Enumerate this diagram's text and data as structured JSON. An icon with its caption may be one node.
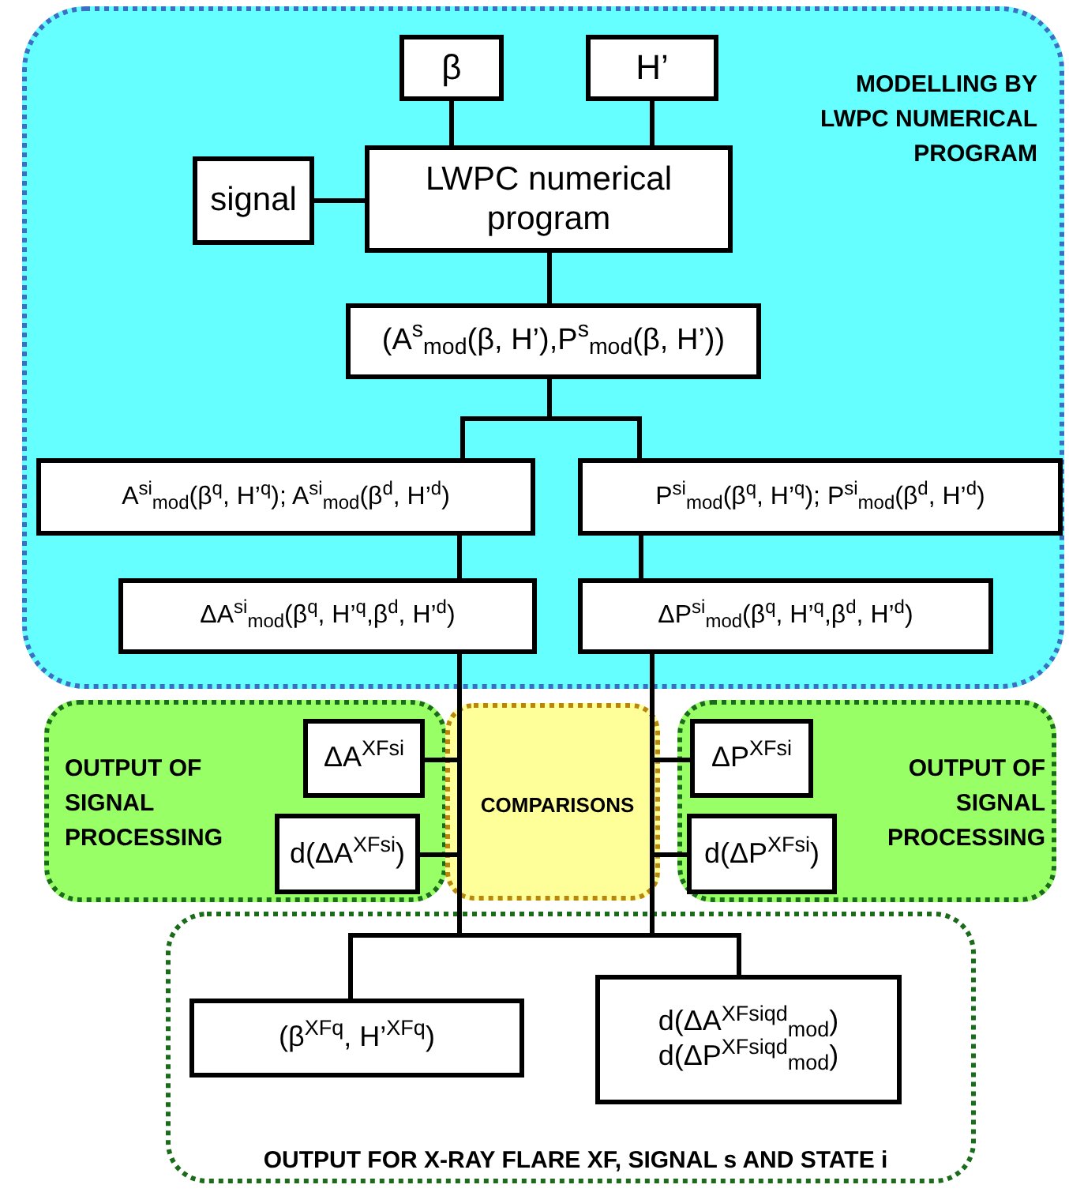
{
  "diagram": {
    "nodes": [
      {
        "text": [
          "MODELLING BY LWPC NUMERICAL PROGRAM"
        ]
      },
      {
        "text": [
          "β"
        ],
        "in": 0
      },
      {
        "text": [
          "H’"
        ],
        "in": 0
      },
      {
        "text": [
          "signal"
        ],
        "in": 0
      },
      {
        "text": [
          "LWPC numerical program"
        ],
        "in": 0
      },
      {
        "text": [
          "(A$^{s}$$_{mod}$(β, H’),P$^{s}$$_{mod}$(β, H’))"
        ],
        "in": 0
      },
      {
        "text": [
          "A$^{si}$$_{mod}$(β$^{q}$, H’$^{q}$); A$^{si}$$_{mod}$(β$^{d}$, H’$^{d}$)"
        ],
        "in": 0
      },
      {
        "text": [
          "P$^{si}$$_{mod}$(β$^{q}$, H’$^{q}$); P$^{si}$$_{mod}$(β$^{d}$, H’$^{d}$)"
        ],
        "in": 0
      },
      {
        "text": [
          "ΔA$^{si}$$_{mod}$(β$^{q}$, H’$^{q}$,β$^{d}$, H’$^{d}$)"
        ],
        "in": 0
      },
      {
        "text": [
          "ΔP$^{si}$$_{mod}$(β$^{q}$, H’$^{q}$,β$^{d}$, H’$^{d}$)"
        ],
        "in": 0
      },
      {
        "text": [
          "OUTPUT OF SIGNAL PROCESSING"
        ]
      },
      {
        "text": [
          "ΔA$^{XFsi}$"
        ],
        "in": 10
      },
      {
        "text": [
          "d(ΔA$^{XFsi}$)"
        ],
        "in": 10
      },
      {
        "text": [
          "COMPARISONS"
        ]
      },
      {
        "text": [
          "OUTPUT OF SIGNAL PROCESSING"
        ]
      },
      {
        "text": [
          "ΔP$^{XFsi}$"
        ],
        "in": 14
      },
      {
        "text": [
          "d(ΔP$^{XFsi}$)"
        ],
        "in": 14
      },
      {
        "text": [
          "OUTPUT FOR X-RAY FLARE XF,  SIGNAL s AND STATE i"
        ]
      },
      {
        "text": [
          "(β$^{XFq}$, H’$^{XFq}$)"
        ],
        "in": 17
      },
      {
        "text": [
          "d(ΔA$^{XFsiqd}$$_{mod}$)",
          "d(ΔP$^{XFsiqd}$$_{mod}$)"
        ],
        "in": 17
      }
    ],
    "edges": [
      {
        "from": 1,
        "to": 4,
        "arrow": "none"
      },
      {
        "from": 2,
        "to": 4,
        "arrow": "none"
      },
      {
        "from": 3,
        "to": 4,
        "arrow": "none"
      },
      {
        "from": 4,
        "to": 5,
        "arrow": "none"
      },
      {
        "from": 5,
        "to": 6,
        "arrow": "none"
      },
      {
        "from": 5,
        "to": 7,
        "arrow": "none"
      },
      {
        "from": 6,
        "to": 8,
        "arrow": "none"
      },
      {
        "from": 7,
        "to": 9,
        "arrow": "none"
      },
      {
        "from": 8,
        "to": 13,
        "arrow": "none"
      },
      {
        "from": 9,
        "to": 13,
        "arrow": "none"
      },
      {
        "from": 13,
        "to": 18,
        "arrow": "none"
      },
      {
        "from": 13,
        "to": 19,
        "arrow": "none"
      },
      {
        "from": 11,
        "to": 13,
        "arrow": "none"
      },
      {
        "from": 12,
        "to": 13,
        "arrow": "none"
      },
      {
        "from": 15,
        "to": 13,
        "arrow": "none"
      },
      {
        "from": 16,
        "to": 13,
        "arrow": "none"
      }
    ]
  }
}
